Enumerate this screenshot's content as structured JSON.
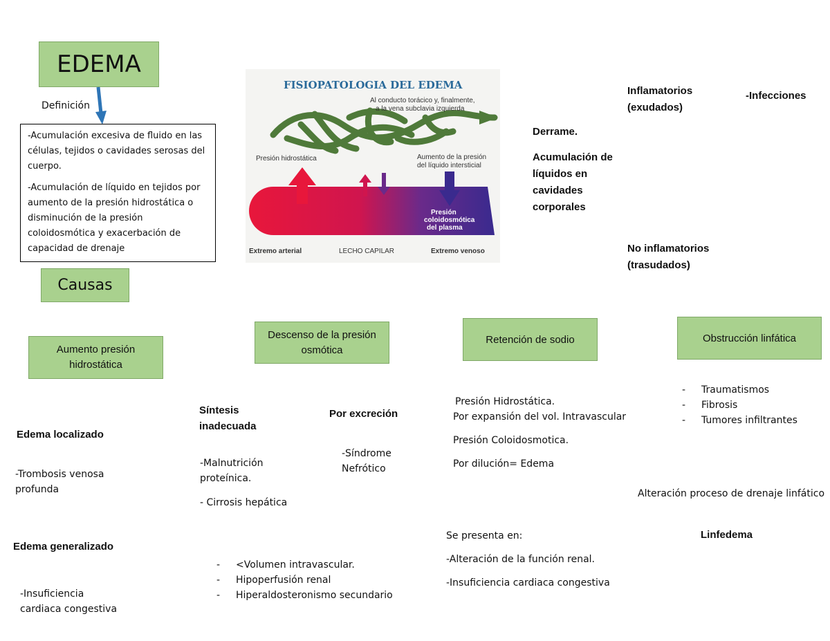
{
  "title": "EDEMA",
  "definicion_label": "Definición",
  "definicion": [
    "-Acumulación excesiva de fluido en las células, tejidos o cavidades serosas del cuerpo.",
    "-Acumulación de líquido en tejidos por aumento de la presión hidrostática o disminución de la presión coloidosmótica y exacerbación de capacidad de drenaje"
  ],
  "diagram": {
    "title": "FISIOPATOLOGIA DEL EDEMA",
    "conducto_line1": "Al conducto torácico y, finalmente,",
    "conducto_line2": "a la vena subclavia izquierda",
    "presion_hidrostatica": "Presión hidrostática",
    "aumento_line1": "Aumento de la presión",
    "aumento_line2": "del líquido intersticial",
    "coloid_line1": "Presión",
    "coloid_line2": "coloidosmótica",
    "coloid_line3": "del plasma",
    "extremo_arterial": "Extremo arterial",
    "lecho_capilar": "LECHO CAPILAR",
    "extremo_venoso": "Extremo venoso"
  },
  "derrame": {
    "title": "Derrame.",
    "desc": "Acumulación de líquidos en cavidades corporales"
  },
  "inflamatorios": "Inflamatorios (exudados)",
  "infecciones": "-Infecciones",
  "no_inflamatorios": "No inflamatorios (trasudados)",
  "causas": "Causas",
  "aumento_presion": {
    "title": "Aumento presión hidrostática",
    "localizado": "Edema localizado",
    "localizado_item": "-Trombosis venosa profunda",
    "generalizado": "Edema generalizado",
    "generalizado_item": "-Insuficiencia cardiaca congestiva"
  },
  "descenso": {
    "title": "Descenso de la presión osmótica",
    "sintesis": "Síntesis inadecuada",
    "sintesis_item1": "-Malnutrición proteínica.",
    "sintesis_item2": "- Cirrosis hepática",
    "excrecion": "Por excreción",
    "excrecion_item": "-Síndrome Nefrótico",
    "list": [
      "<Volumen intravascular.",
      "Hipoperfusión renal",
      "Hiperaldosteronismo secundario"
    ]
  },
  "retencion": {
    "title": "Retención de sodio",
    "line1": "Presión Hidrostática.",
    "line2": "Por expansión del vol. Intravascular",
    "line3": "Presión Coloidosmotica.",
    "line4": "Por dilución= Edema",
    "presenta": "Se presenta en:",
    "presenta_item1": "-Alteración de la función renal.",
    "presenta_item2": "-Insuficiencia cardiaca congestiva"
  },
  "obstruccion": {
    "title": "Obstrucción linfática",
    "list": [
      "Traumatismos",
      "Fibrosis",
      "Tumores infiltrantes"
    ],
    "alteracion": "Alteración proceso de drenaje linfático",
    "linfedema": "Linfedema"
  },
  "colors": {
    "box_green": "#a9d18e",
    "arrow_blue": "#2e75b6",
    "vessel_green": "#4f7a3a",
    "arterial_red": "#e8173b",
    "venous_blue": "#3a2a8e"
  }
}
